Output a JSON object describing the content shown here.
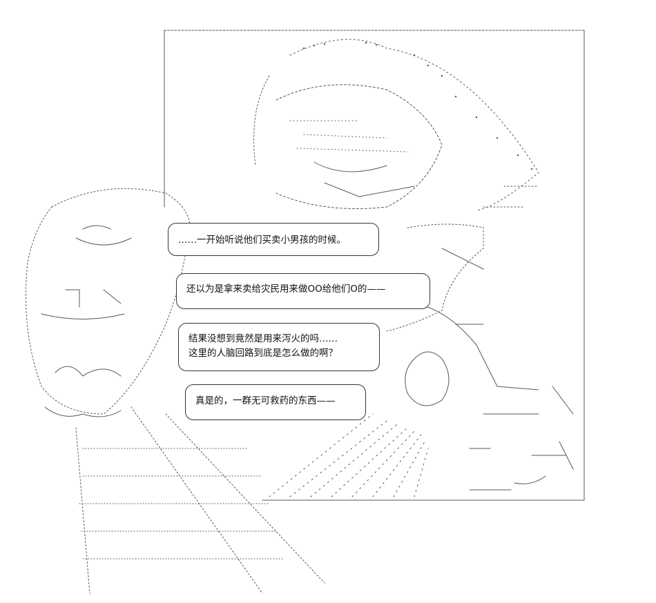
{
  "bubbles": [
    {
      "lines": [
        "……一开始听说他们买卖小男孩的时候。"
      ]
    },
    {
      "lines": [
        "还以为是拿来卖给灾民用来做OO给他们O的——"
      ]
    },
    {
      "lines": [
        "结果没想到竟然是用来泻火的吗……",
        "这里的人脑回路到底是怎么做的啊？"
      ]
    },
    {
      "lines": [
        "真是的，一群无可救药的东西——"
      ]
    }
  ],
  "colors": {
    "background": "#ffffff",
    "ink": "#333333"
  }
}
